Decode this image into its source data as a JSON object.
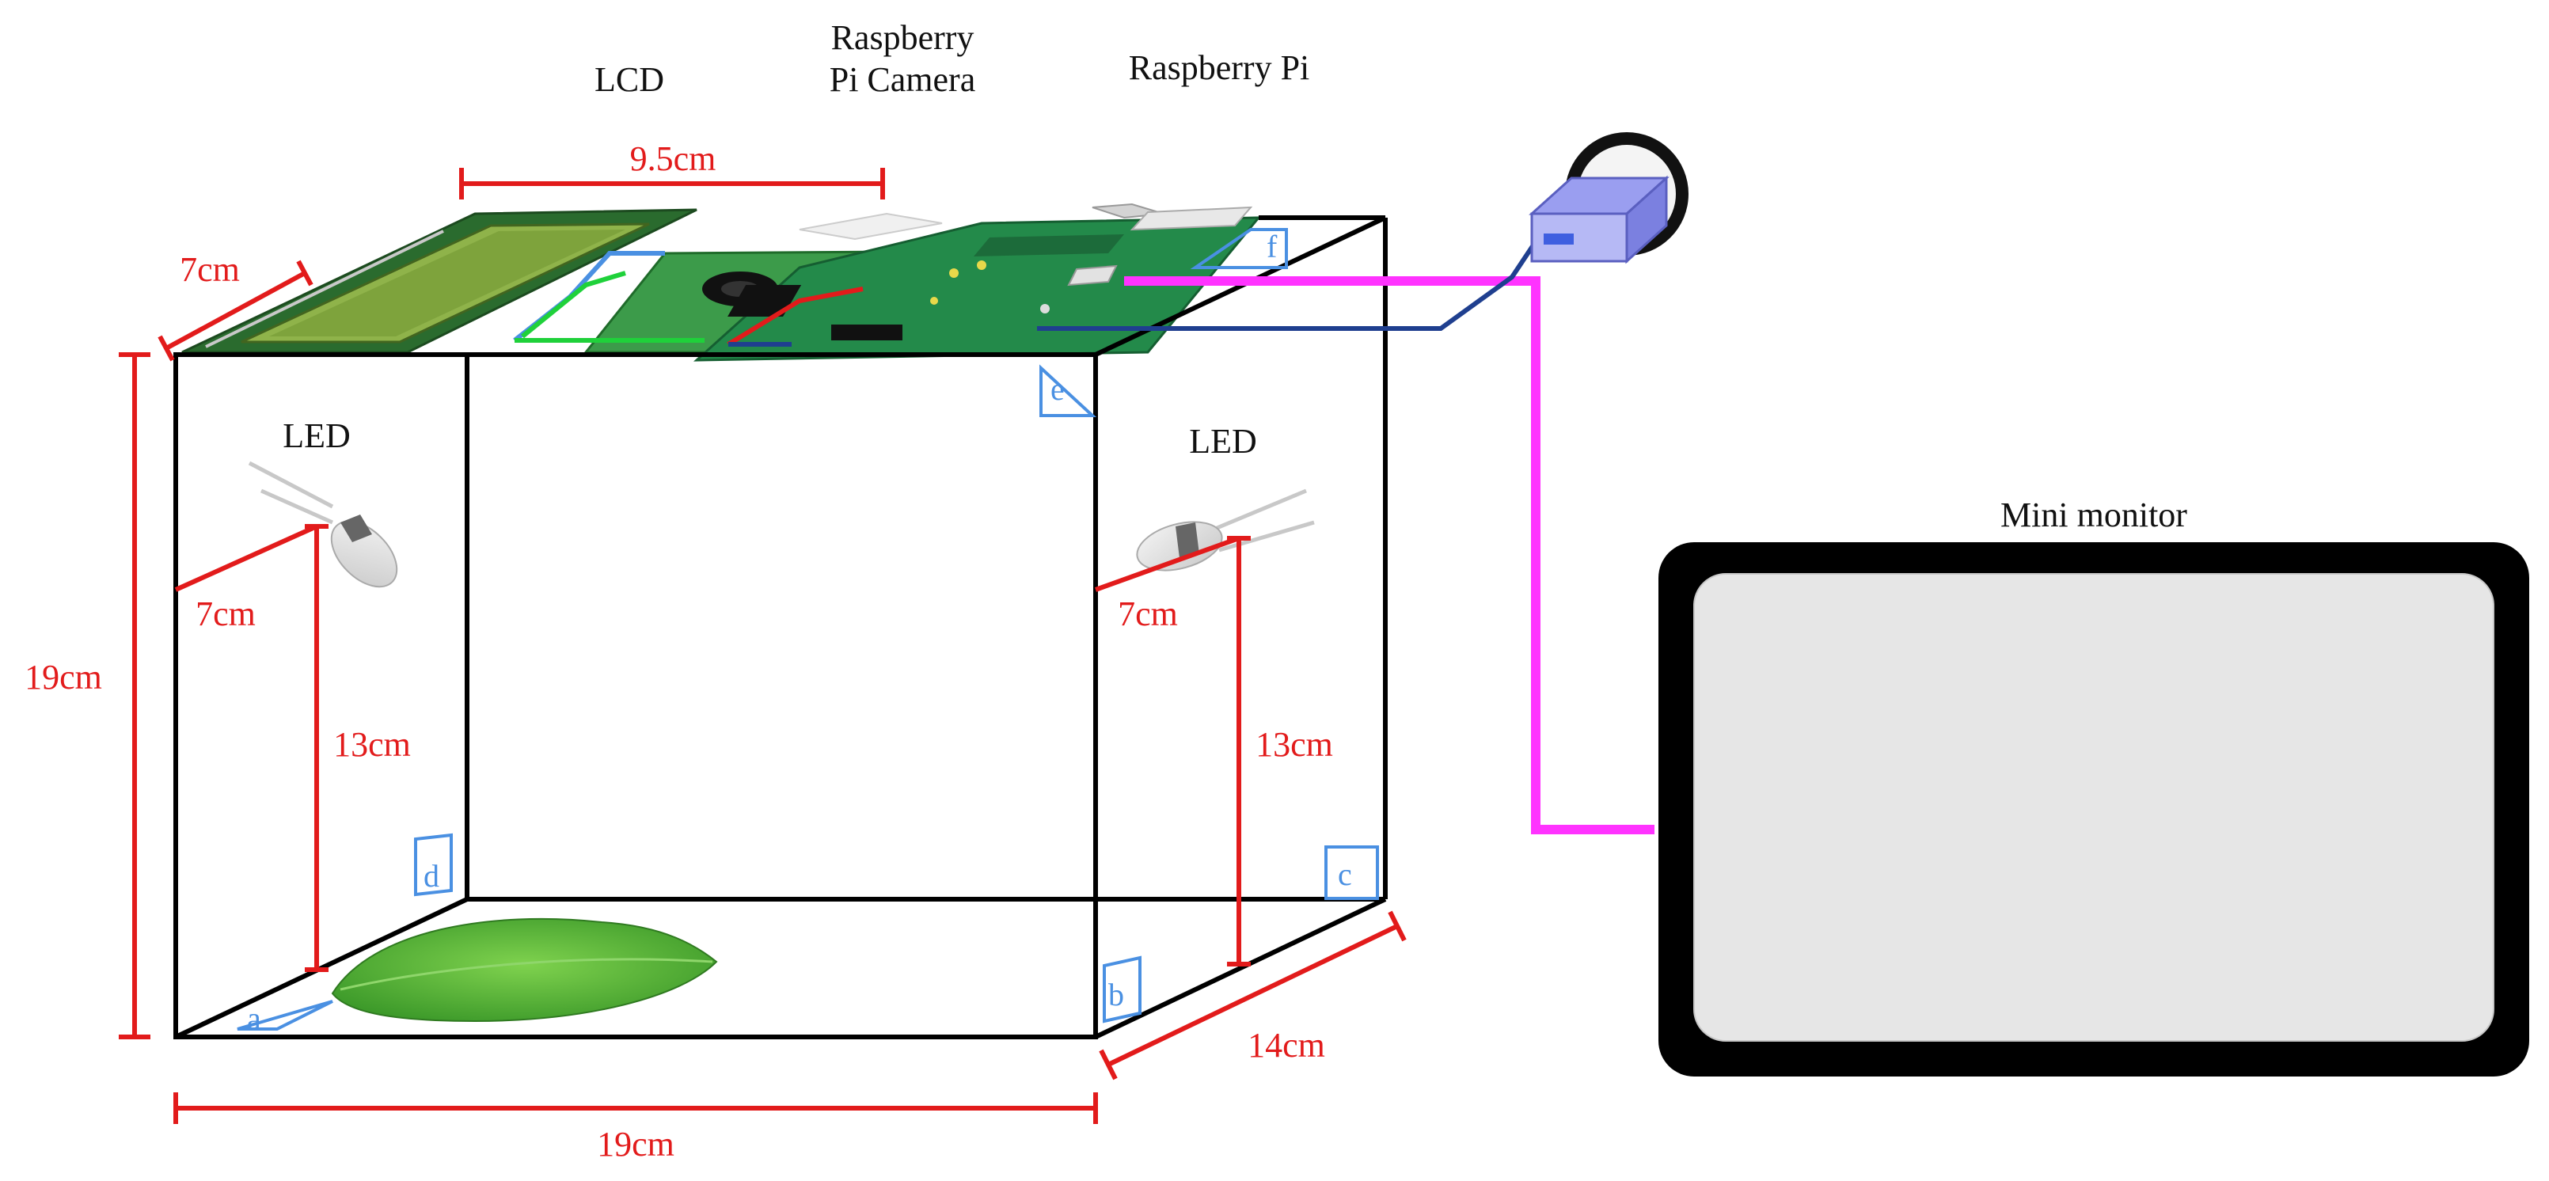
{
  "labels": {
    "lcd": "LCD",
    "camera_line1": "Raspberry",
    "camera_line2": "Pi Camera",
    "raspberry_pi": "Raspberry Pi",
    "led_left": "LED",
    "led_right": "LED",
    "mini_monitor": "Mini monitor"
  },
  "dimensions": {
    "lcd_width": "9.5cm",
    "lcd_depth": "7cm",
    "box_height": "19cm",
    "box_width": "19cm",
    "box_depth": "14cm",
    "led_left_inset": "7cm",
    "led_right_inset": "7cm",
    "led_left_height": "13cm",
    "led_right_height": "13cm"
  },
  "corners": [
    "a",
    "b",
    "c",
    "d",
    "e",
    "f"
  ],
  "colors": {
    "box_edge": "#000000",
    "dimension": "#e21b1b",
    "corner_marker": "#4a90e2",
    "hdmi_cable": "#ff33ff",
    "usb_cable": "#1f3f8f",
    "monitor_frame": "#000000",
    "monitor_screen": "#e6e6e6",
    "pcb_green": "#2e8b3d",
    "leaf_green": "#5cb83a"
  }
}
